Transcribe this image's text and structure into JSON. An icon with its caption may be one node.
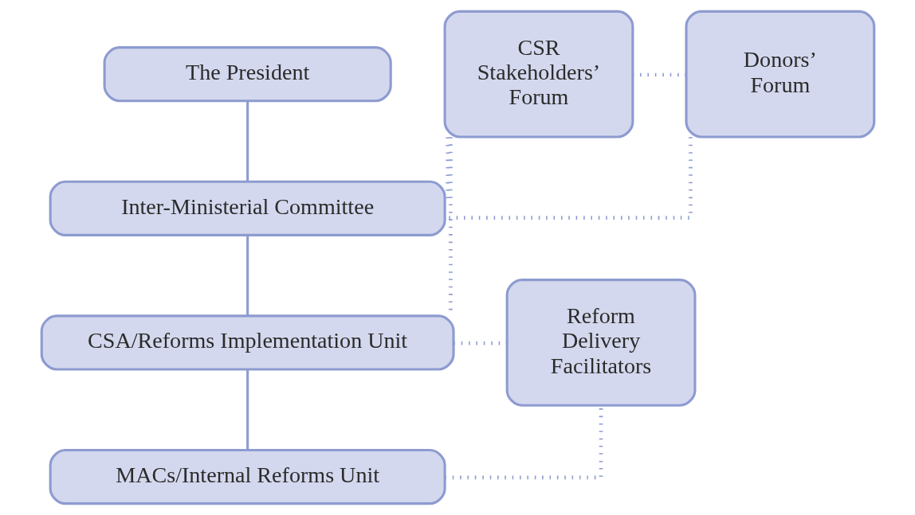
{
  "diagram": {
    "nodes": [
      {
        "text": [
          "The President"
        ]
      },
      {
        "text": [
          "Inter-Ministerial Committee"
        ]
      },
      {
        "text": [
          "Donors’ Forum"
        ]
      },
      {
        "text": [
          "CSR Stakeholders’ Forum"
        ]
      },
      {
        "text": [
          "CSA/Reforms Implementation Unit"
        ]
      },
      {
        "text": [
          "Reform Delivery Facilitators"
        ]
      },
      {
        "text": [
          "MACs/Internal Reforms Unit"
        ]
      }
    ],
    "edges": [
      {
        "from": 0,
        "to": 1,
        "arrow": "none"
      },
      {
        "from": 1,
        "to": 4,
        "arrow": "none"
      },
      {
        "from": 4,
        "to": 6,
        "arrow": "none"
      },
      {
        "from": 2,
        "to": 3,
        "arrow": "none",
        "style": "dashed"
      },
      {
        "from": 2,
        "to": 1,
        "arrow": "none",
        "style": "dashed"
      },
      {
        "from": 3,
        "to": 1,
        "arrow": "none",
        "style": "dashed"
      },
      {
        "from": 3,
        "to": 4,
        "arrow": "none",
        "style": "dashed"
      },
      {
        "from": 4,
        "to": 5,
        "arrow": "none",
        "style": "dashed"
      },
      {
        "from": 6,
        "to": 5,
        "arrow": "none",
        "style": "dashed"
      }
    ]
  }
}
